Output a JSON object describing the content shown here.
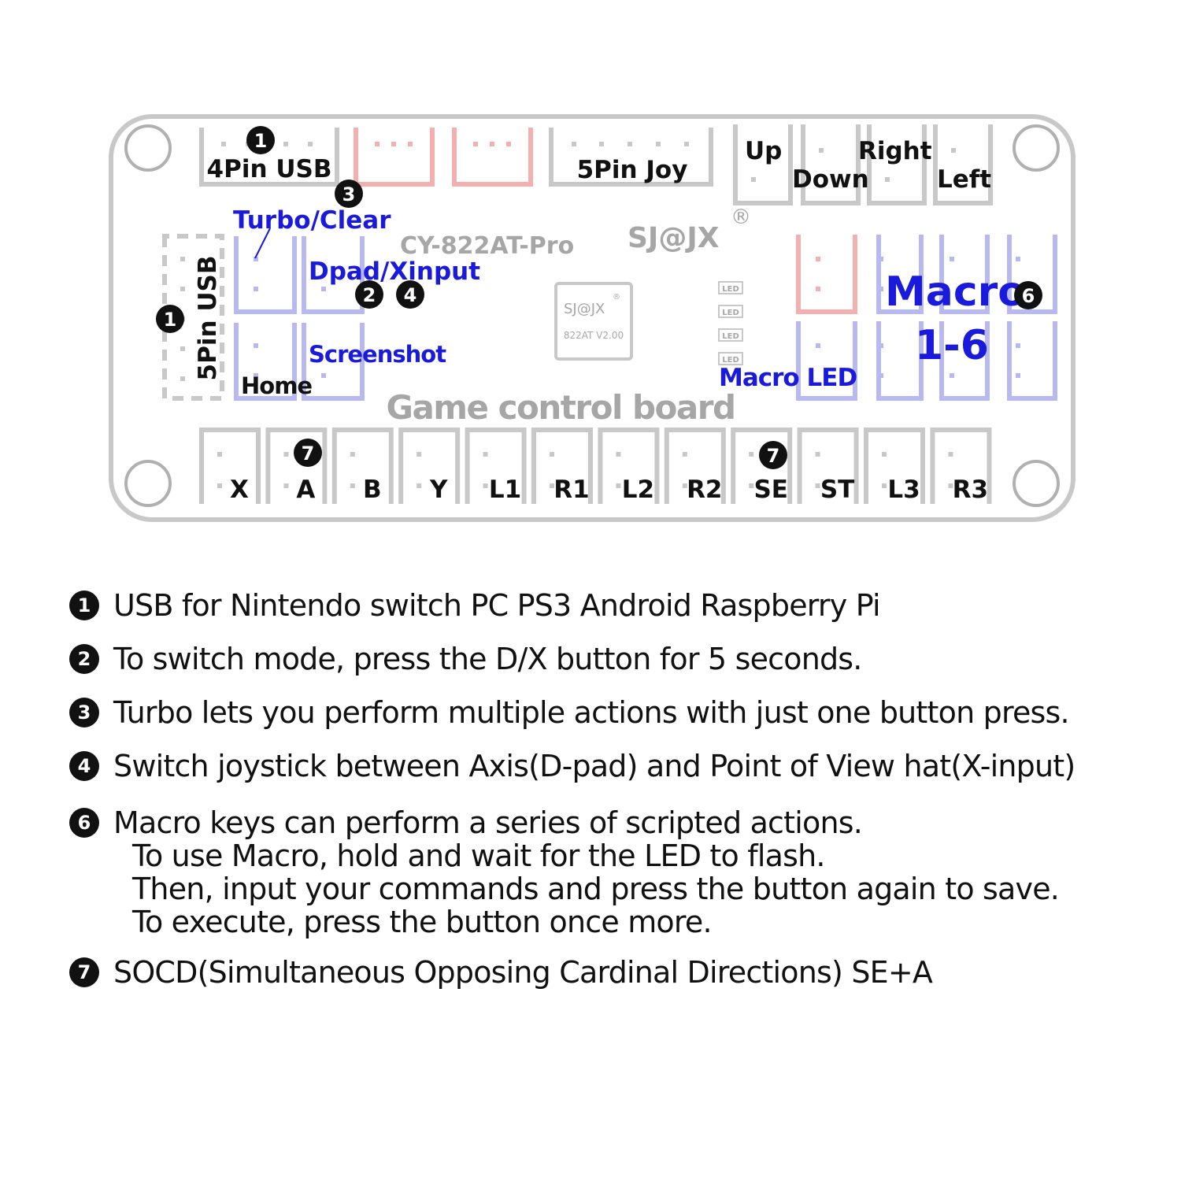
{
  "board": {
    "usb4_label": "4Pin USB",
    "usb5_label": "5Pin USB",
    "joy5_label": "5Pin Joy",
    "dir_up": "Up",
    "dir_down": "Down",
    "dir_right": "Right",
    "dir_left": "Left",
    "turbo_label": "Turbo/Clear",
    "dpad_label": "Dpad/Xinput",
    "screenshot_label": "Screenshot",
    "home_label": "Home",
    "model": "CY-822AT-Pro",
    "brand": "SJ@JX",
    "registered": "®",
    "chip_brand": "SJ@JX",
    "chip_model": "822AT V2.00",
    "led_tag": "LED",
    "macro_led_label": "Macro LED",
    "macro_label": "Macro",
    "macro_range": "1-6",
    "title": "Game control board",
    "buttons": [
      "X",
      "A",
      "B",
      "Y",
      "L1",
      "R1",
      "L2",
      "R2",
      "SE",
      "ST",
      "L3",
      "R3"
    ]
  },
  "markers": {
    "usb": "1",
    "dx": "2",
    "turbo": "3",
    "axis": "4",
    "macro": "6",
    "socd": "7"
  },
  "colors": {
    "outline": "#c8c8c8",
    "blue_label": "#1a1adc",
    "blue_slot": "#b8b8f2",
    "red_slot": "#f4b0b0",
    "gray_text": "#a6a6a6"
  },
  "notes": [
    {
      "bullet": "1",
      "lines": [
        "USB  for Nintendo switch PC PS3 Android Raspberry Pi"
      ]
    },
    {
      "bullet": "2",
      "lines": [
        "To switch mode, press the D/X button for 5 seconds."
      ]
    },
    {
      "bullet": "3",
      "lines": [
        "Turbo lets you perform multiple actions with just one button press."
      ]
    },
    {
      "bullet": "4",
      "lines": [
        "Switch joystick between Axis(D-pad) and Point of View hat(X-input)"
      ]
    },
    {
      "bullet": "6",
      "lines": [
        "Macro keys can perform a series of scripted actions.",
        "To use Macro, hold and wait for the LED to flash.",
        "Then, input your commands and press the button again to save.",
        "To execute, press the button once more."
      ]
    },
    {
      "bullet": "7",
      "lines": [
        "SOCD(Simultaneous Opposing Cardinal Directions) SE+A"
      ]
    }
  ]
}
